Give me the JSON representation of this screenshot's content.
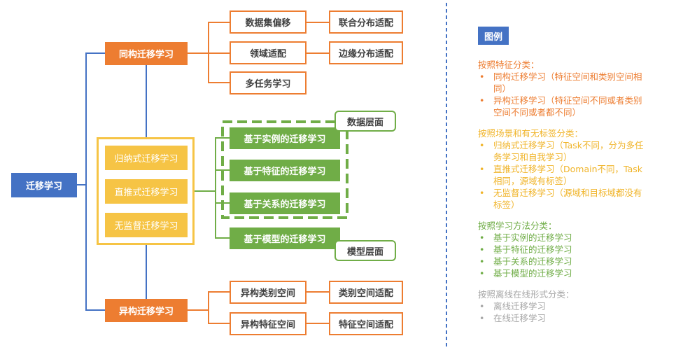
{
  "root": "迁移学习",
  "homo": {
    "title": "同构迁移学习",
    "items": [
      "数据集偏移",
      "领域适配",
      "多任务学习"
    ],
    "subitems": [
      "联合分布适配",
      "边缘分布适配"
    ]
  },
  "hetero": {
    "title": "异构迁移学习",
    "items": [
      "异构类别空间",
      "异构特征空间"
    ],
    "subitems": [
      "类别空间适配",
      "特征空间适配"
    ]
  },
  "scenario": [
    "归纳式迁移学习",
    "直推式迁移学习",
    "无监督迁移学习"
  ],
  "method": [
    "基于实例的迁移学习",
    "基于特征的迁移学习",
    "基于关系的迁移学习",
    "基于模型的迁移学习"
  ],
  "layer_labels": {
    "data": "数据层面",
    "model": "模型层面"
  },
  "colors": {
    "blue": "#4472c4",
    "orange": "#ed7d31",
    "yellow": "#f6c445",
    "green": "#70ad47",
    "gray": "#a6a6a6"
  },
  "legend": {
    "title": "图例",
    "g1": {
      "head": "按照特征分类：",
      "items": [
        "同构迁移学习（特征空间和类别空间相同）",
        "异构迁移学习（特征空间不同或者类别空间不同或者都不同）"
      ]
    },
    "g2": {
      "head": "按照场景和有无标签分类：",
      "items": [
        "归纳式迁移学习（Task不同，分为多任务学习和自我学习）",
        "直推式迁移学习（Domain不同，Task相同，源域有标签）",
        "无监督迁移学习（源域和目标域都没有标签）"
      ]
    },
    "g3": {
      "head": "按照学习方法分类：",
      "items": [
        "基于实例的迁移学习",
        "基于特征的迁移学习",
        "基于关系的迁移学习",
        "基于模型的迁移学习"
      ]
    },
    "g4": {
      "head": "按照离线在线形式分类：",
      "items": [
        "离线迁移学习",
        "在线迁移学习"
      ]
    }
  }
}
